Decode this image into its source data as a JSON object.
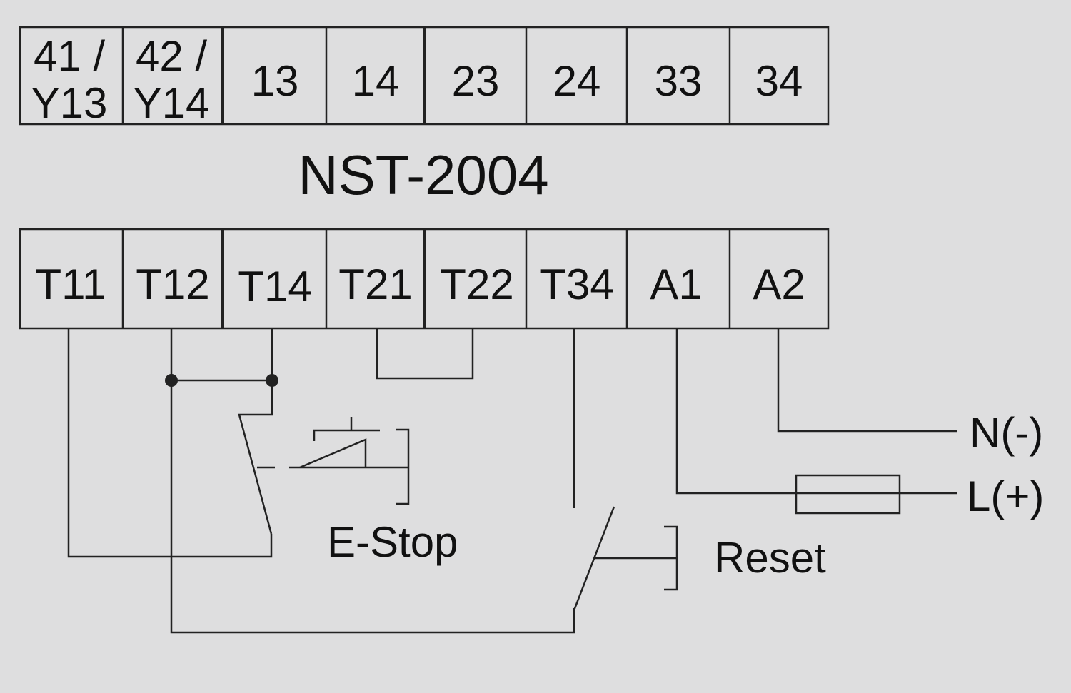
{
  "device": {
    "model": "NST-2004"
  },
  "top_terminals": [
    {
      "line1": "41 /",
      "line2": "Y13"
    },
    {
      "line1": "42 /",
      "line2": "Y14"
    },
    {
      "line1": "13"
    },
    {
      "line1": "14"
    },
    {
      "line1": "23"
    },
    {
      "line1": "24"
    },
    {
      "line1": "33"
    },
    {
      "line1": "34"
    }
  ],
  "bottom_terminals": [
    "T11",
    "T12",
    "T14",
    "T21",
    "T22",
    "T34",
    "A1",
    "A2"
  ],
  "labels": {
    "estop": "E-Stop",
    "reset": "Reset",
    "neutral": "N(-)",
    "line": "L(+)"
  },
  "colors": {
    "background": "#dededf",
    "stroke": "#222222",
    "text": "#111111"
  }
}
